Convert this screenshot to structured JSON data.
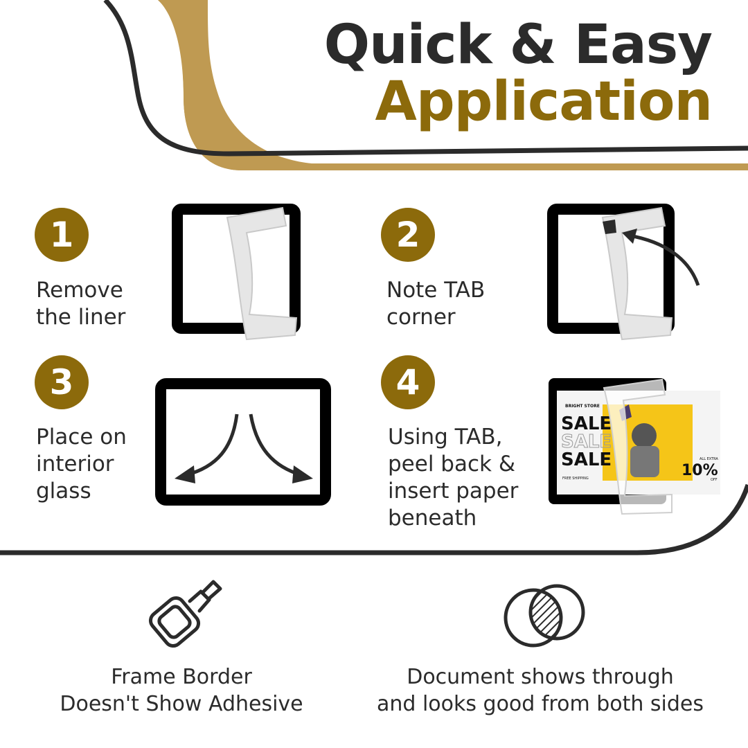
{
  "header": {
    "title_line1": "Quick & Easy",
    "title_line2": "Application"
  },
  "colors": {
    "gold": "#8c6a0b",
    "stripe": "#bf9a52",
    "dark": "#2b2b2b"
  },
  "steps": [
    {
      "number": "1",
      "text": "Remove the liner",
      "lines": [
        "Remove",
        "the liner"
      ]
    },
    {
      "number": "2",
      "text": "Note TAB corner",
      "lines": [
        "Note TAB",
        "corner"
      ]
    },
    {
      "number": "3",
      "text": "Place on interior glass",
      "lines": [
        "Place on",
        "interior",
        "glass"
      ]
    },
    {
      "number": "4",
      "text": "Using TAB, peel back & insert paper beneath",
      "lines": [
        "Using TAB,",
        "peel back &",
        "insert paper",
        "beneath"
      ]
    }
  ],
  "poster": {
    "brand": "BRIGHT STORE",
    "sale_words": [
      "SALE",
      "SALE",
      "SALE"
    ],
    "extra": "ALL EXTRA",
    "percent": "10%",
    "off": "OFF",
    "footer": "FREE SHIPPING"
  },
  "features": [
    {
      "icon": "glue-bottle-icon",
      "lines": [
        "Frame Border",
        "Doesn't Show Adhesive"
      ]
    },
    {
      "icon": "overlapping-circles-icon",
      "lines": [
        "Document shows through",
        "and looks good from both sides"
      ]
    }
  ]
}
